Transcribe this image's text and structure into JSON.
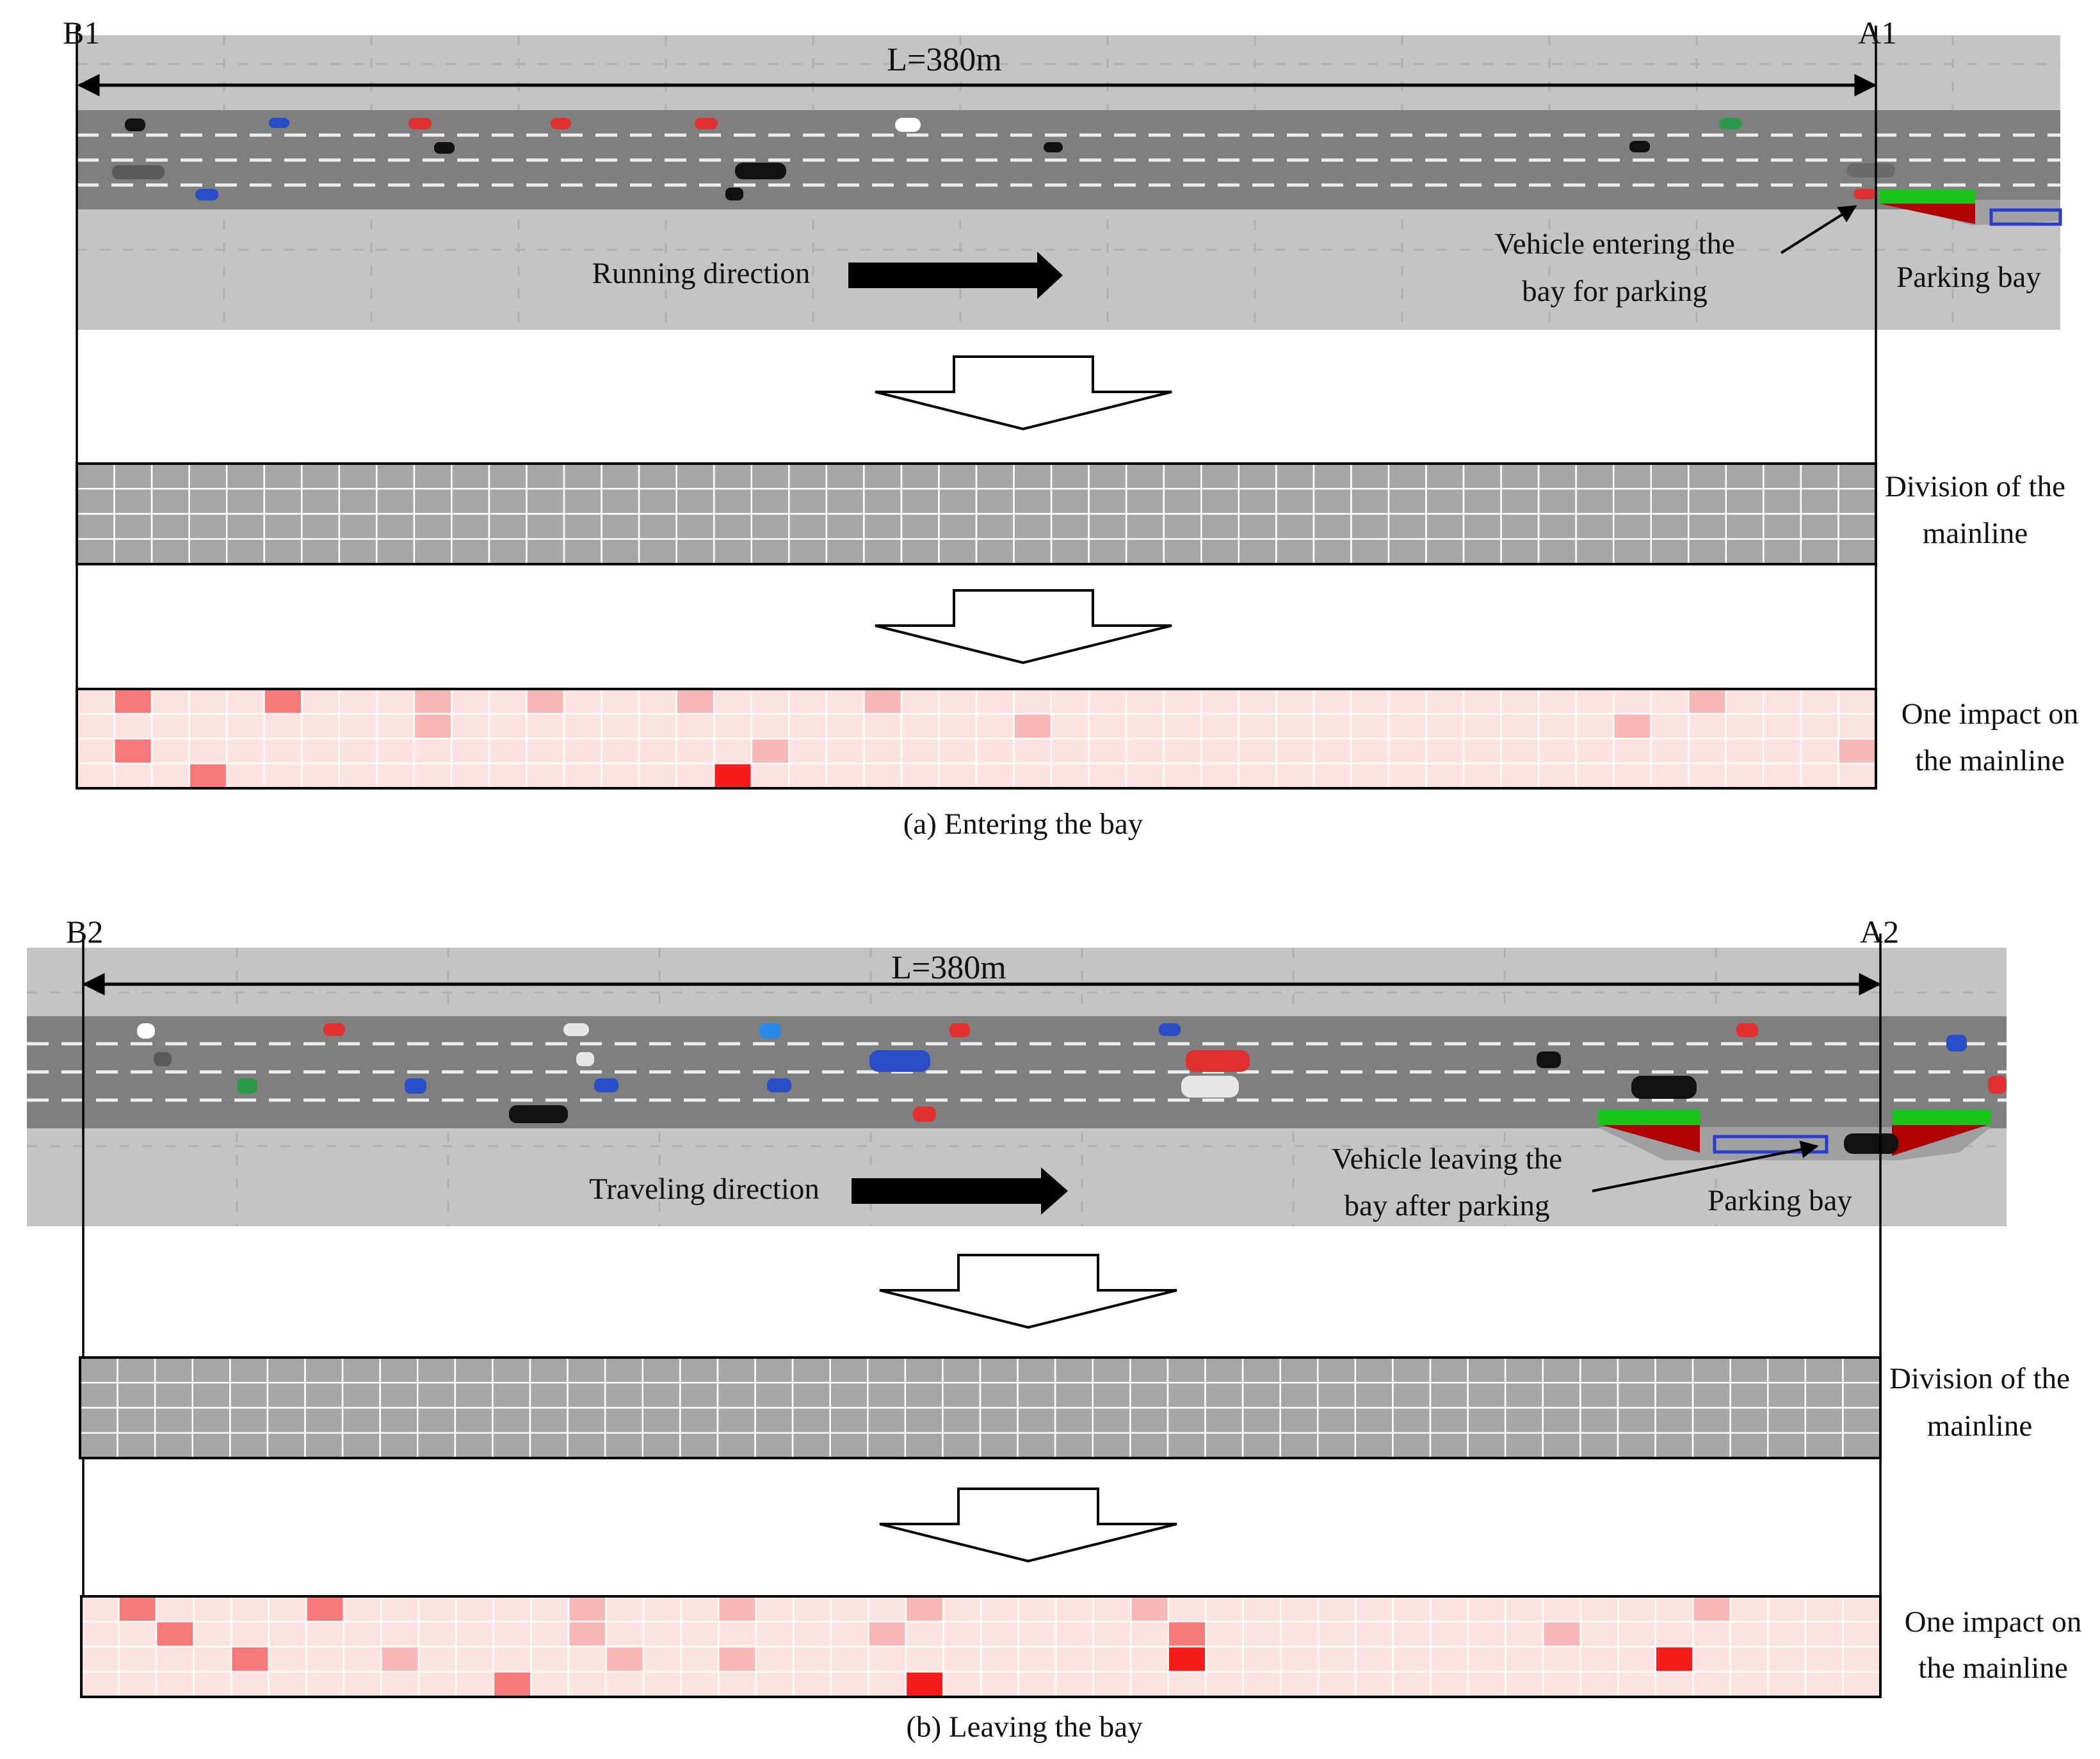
{
  "panels": [
    {
      "id": "a",
      "start_label": "B1",
      "end_label": "A1",
      "length_label": "L=380m",
      "direction_label": "Running direction",
      "vehicle_note_line1": "Vehicle entering the",
      "vehicle_note_line2": "bay for parking",
      "bay_label": "Parking bay",
      "division_line1": "Division of the",
      "division_line2": "mainline",
      "impact_line1": "One impact on",
      "impact_line2": "the mainline",
      "caption": "(a) Entering the bay",
      "impact_hot_cells": [
        {
          "row": 0,
          "col": 1,
          "level": 3
        },
        {
          "row": 0,
          "col": 5,
          "level": 3
        },
        {
          "row": 0,
          "col": 9,
          "level": 1
        },
        {
          "row": 0,
          "col": 12,
          "level": 1
        },
        {
          "row": 0,
          "col": 16,
          "level": 1
        },
        {
          "row": 0,
          "col": 21,
          "level": 1
        },
        {
          "row": 0,
          "col": 43,
          "level": 1
        },
        {
          "row": 1,
          "col": 9,
          "level": 1
        },
        {
          "row": 1,
          "col": 25,
          "level": 1
        },
        {
          "row": 1,
          "col": 41,
          "level": 1
        },
        {
          "row": 2,
          "col": 1,
          "level": 3
        },
        {
          "row": 2,
          "col": 18,
          "level": 1
        },
        {
          "row": 2,
          "col": 47,
          "level": 1
        },
        {
          "row": 3,
          "col": 3,
          "level": 3
        },
        {
          "row": 3,
          "col": 17,
          "level": 4
        }
      ]
    },
    {
      "id": "b",
      "start_label": "B2",
      "end_label": "A2",
      "length_label": "L=380m",
      "direction_label": "Traveling direction",
      "vehicle_note_line1": "Vehicle leaving the",
      "vehicle_note_line2": "bay after parking",
      "bay_label": "Parking bay",
      "division_line1": "Division of the",
      "division_line2": "mainline",
      "impact_line1": "One impact on",
      "impact_line2": "the mainline",
      "caption": "(b) Leaving the bay",
      "impact_hot_cells": [
        {
          "row": 0,
          "col": 1,
          "level": 3
        },
        {
          "row": 0,
          "col": 6,
          "level": 3
        },
        {
          "row": 0,
          "col": 13,
          "level": 1
        },
        {
          "row": 0,
          "col": 17,
          "level": 1
        },
        {
          "row": 0,
          "col": 22,
          "level": 1
        },
        {
          "row": 0,
          "col": 28,
          "level": 1
        },
        {
          "row": 0,
          "col": 43,
          "level": 1
        },
        {
          "row": 1,
          "col": 2,
          "level": 3
        },
        {
          "row": 1,
          "col": 13,
          "level": 1
        },
        {
          "row": 1,
          "col": 21,
          "level": 1
        },
        {
          "row": 1,
          "col": 29,
          "level": 3
        },
        {
          "row": 1,
          "col": 39,
          "level": 1
        },
        {
          "row": 2,
          "col": 4,
          "level": 3
        },
        {
          "row": 2,
          "col": 8,
          "level": 1
        },
        {
          "row": 2,
          "col": 14,
          "level": 1
        },
        {
          "row": 2,
          "col": 17,
          "level": 1
        },
        {
          "row": 2,
          "col": 29,
          "level": 4
        },
        {
          "row": 2,
          "col": 42,
          "level": 4
        },
        {
          "row": 3,
          "col": 11,
          "level": 3
        },
        {
          "row": 3,
          "col": 22,
          "level": 4
        }
      ]
    }
  ],
  "colors": {
    "background": "#c4c4c4",
    "road": "#7f7f7f",
    "division_cell": "#a6a6a6",
    "impact_base": "#fde2e2",
    "impact_light": "#f9b8b8",
    "impact_mid": "#f77a7a",
    "impact_hot": "#f53a3a",
    "impact_max": "#f71c1c",
    "bay_green": "#19c419",
    "bay_red": "#b00000",
    "bay_blue": "#2d3cc8"
  }
}
